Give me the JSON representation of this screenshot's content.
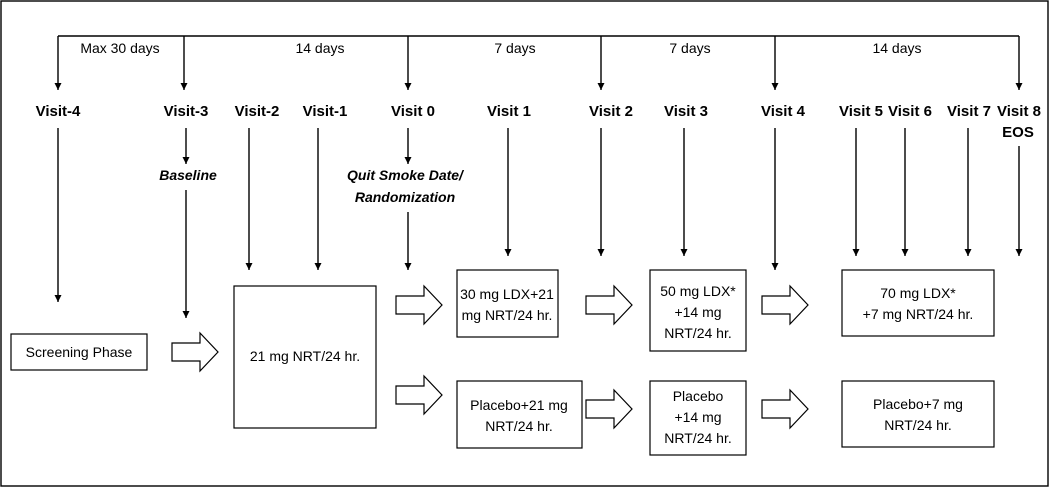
{
  "intervals": [
    "Max 30 days",
    "14 days",
    "7 days",
    "7 days",
    "14 days"
  ],
  "visits": [
    "Visit-4",
    "Visit-3",
    "Visit-2",
    "Visit-1",
    "Visit 0",
    "Visit 1",
    "Visit 2",
    "Visit 3",
    "Visit 4",
    "Visit 5",
    "Visit 6",
    "Visit 7",
    "Visit 8",
    "EOS"
  ],
  "milestones": {
    "baseline": "Baseline",
    "quit_line1": "Quit Smoke Date/",
    "quit_line2": "Randomization"
  },
  "boxes": {
    "screening": "Screening Phase",
    "nrt21": "21 mg NRT/24 hr.",
    "ldx30": [
      "30 mg LDX+21",
      "mg NRT/24 hr."
    ],
    "ldx50": [
      "50 mg LDX*",
      "+14 mg",
      "NRT/24 hr."
    ],
    "ldx70": [
      "70 mg LDX*",
      "+7 mg NRT/24 hr."
    ],
    "placebo21": [
      "Placebo+21 mg",
      "NRT/24 hr."
    ],
    "placebo14": [
      "Placebo",
      "+14 mg",
      "NRT/24 hr."
    ],
    "placebo7": [
      "Placebo+7 mg",
      "NRT/24 hr."
    ]
  }
}
